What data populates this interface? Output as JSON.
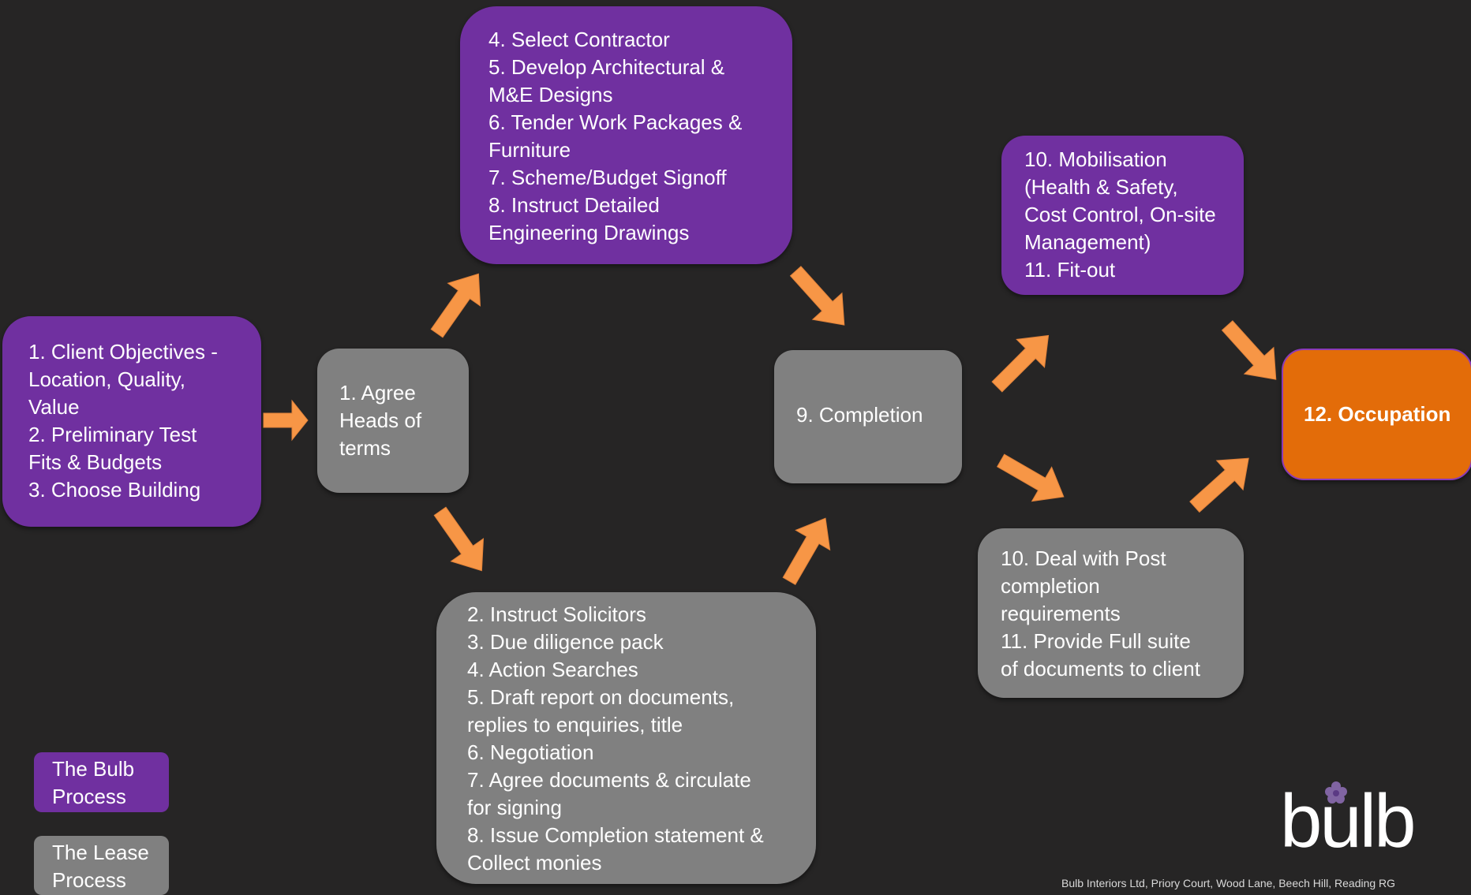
{
  "colors": {
    "background": "#262525",
    "bulb_process": "#7030a0",
    "lease_process": "#808080",
    "occupation": "#e36c09",
    "arrow": "#f79646"
  },
  "boxes": {
    "client_objectives": [
      "1. Client Objectives -",
      "Location, Quality,",
      "Value",
      "2. Preliminary Test",
      "Fits & Budgets",
      "3. Choose Building"
    ],
    "agree_heads": [
      "1. Agree",
      "Heads of",
      "terms"
    ],
    "select_contractor": [
      "4. Select Contractor",
      "5. Develop Architectural &",
      "M&E Designs",
      "6. Tender Work Packages &",
      "Furniture",
      "7. Scheme/Budget Signoff",
      "8. Instruct Detailed",
      "Engineering Drawings"
    ],
    "instruct_solicitors": [
      "2. Instruct Solicitors",
      "3. Due diligence pack",
      "4. Action Searches",
      "5. Draft report on documents,",
      "replies to enquiries, title",
      "6. Negotiation",
      "7. Agree documents & circulate",
      "for signing",
      "8. Issue Completion statement &",
      "Collect monies"
    ],
    "completion": [
      "9. Completion"
    ],
    "mobilisation": [
      "10. Mobilisation",
      "(Health & Safety,",
      "Cost Control, On-site",
      "Management)",
      "11. Fit-out"
    ],
    "post_completion": [
      "10. Deal with Post",
      "completion",
      "requirements",
      "11. Provide Full suite",
      "of documents to client"
    ],
    "occupation": [
      "12. Occupation"
    ]
  },
  "legend": {
    "bulb": [
      "The Bulb",
      "Process"
    ],
    "lease": [
      "The Lease",
      "Process"
    ]
  },
  "logo": {
    "text": "bulb"
  },
  "footer": "Bulb Interiors Ltd, Priory Court, Wood Lane, Beech Hill, Reading RG"
}
